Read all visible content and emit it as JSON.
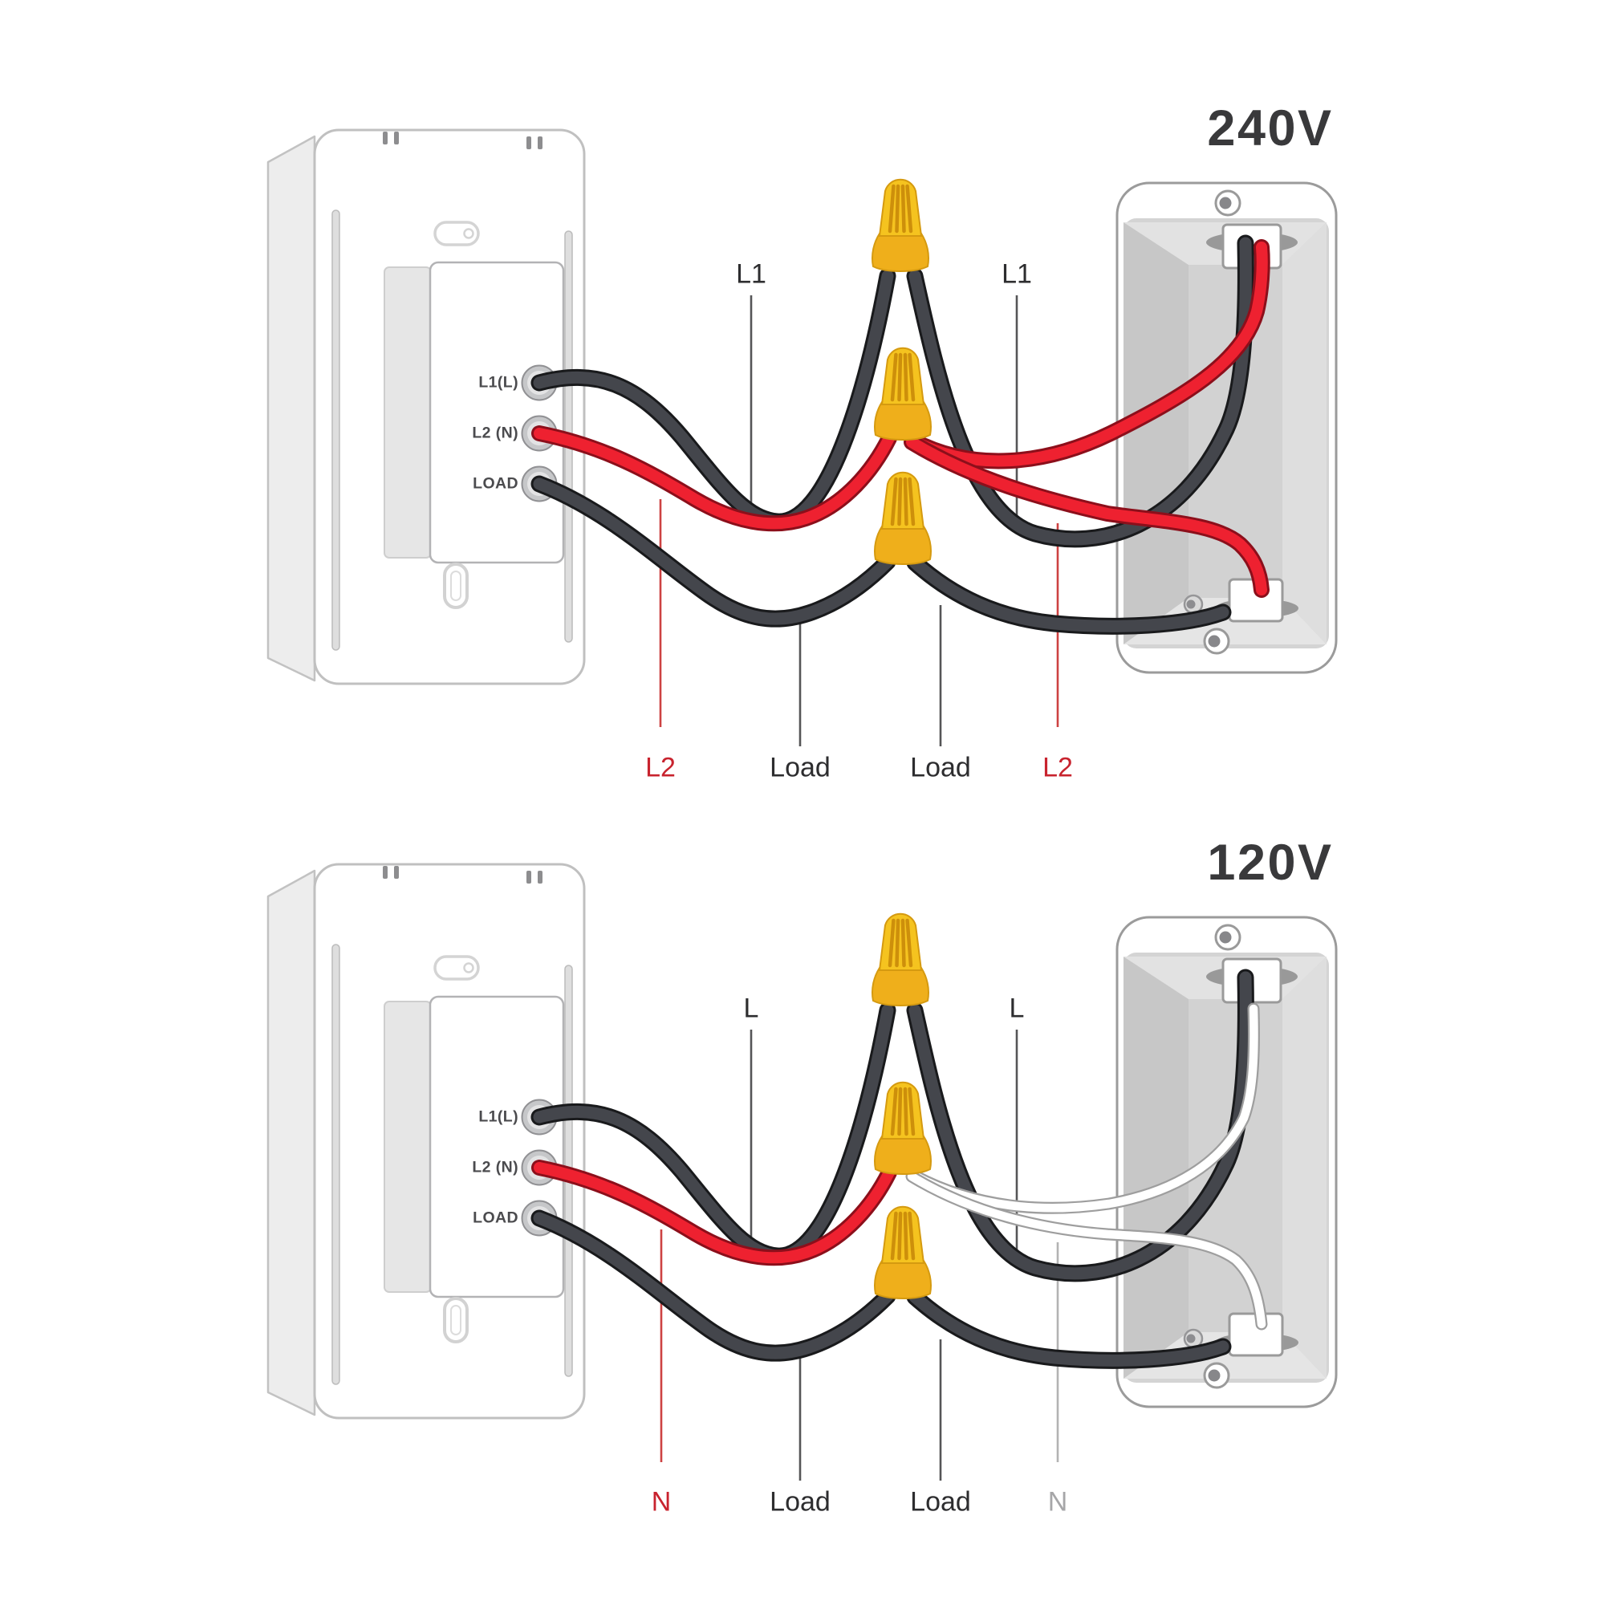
{
  "page": {
    "background": "#ffffff"
  },
  "colors": {
    "wire_black": "#44464c",
    "wire_black_outline": "#191a1c",
    "wire_red": "#ee2130",
    "wire_red_outline": "#8c0f1b",
    "wire_white": "#ffffff",
    "wire_white_outline": "#9e9e9e",
    "leader_dark": "#555557",
    "leader_red": "#cd4242",
    "leader_gray": "#b3b3b3",
    "nut_body": "#f5c31f",
    "nut_skirt": "#efaf1b",
    "nut_rib": "#cd8f0b",
    "nut_edge": "#d59a10",
    "label_dark": "#2d2d2f",
    "label_red": "#c8232e",
    "label_gray": "#a6a6a8",
    "terminal_label": "#4b4b4e",
    "title": "#39393b"
  },
  "diagrams": [
    {
      "id": "240v",
      "title": "240V",
      "voltage": "240V",
      "terminal_labels": [
        "L1(L)",
        "L2 (N)",
        "LOAD"
      ],
      "wire_labels": [
        {
          "text": "L1",
          "color": "dark"
        },
        {
          "text": "L1",
          "color": "dark"
        },
        {
          "text": "L2",
          "color": "red"
        },
        {
          "text": "Load",
          "color": "dark"
        },
        {
          "text": "Load",
          "color": "dark"
        },
        {
          "text": "L2",
          "color": "red"
        }
      ],
      "middle_wire_color": "red"
    },
    {
      "id": "120v",
      "title": "120V",
      "voltage": "120V",
      "terminal_labels": [
        "L1(L)",
        "L2 (N)",
        "LOAD"
      ],
      "wire_labels": [
        {
          "text": "L",
          "color": "dark"
        },
        {
          "text": "L",
          "color": "dark"
        },
        {
          "text": "N",
          "color": "red"
        },
        {
          "text": "Load",
          "color": "dark"
        },
        {
          "text": "Load",
          "color": "dark"
        },
        {
          "text": "N",
          "color": "gray"
        }
      ],
      "middle_wire_color": "white"
    }
  ]
}
